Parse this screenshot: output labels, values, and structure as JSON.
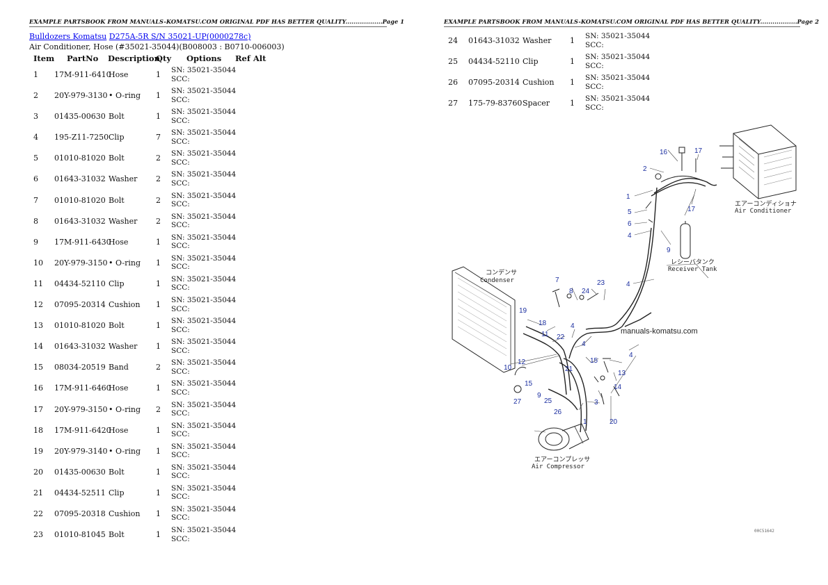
{
  "header": {
    "page1": "EXAMPLE PARTSBOOK FROM MANUALS-KOMATSU.COM ORIGINAL PDF HAS BETTER QUALITY..................Page 1",
    "page2": "EXAMPLE PARTSBOOK FROM MANUALS-KOMATSU.COM ORIGINAL PDF HAS BETTER QUALITY..................Page 2"
  },
  "breadcrumb": {
    "link1": "Bulldozers Komatsu",
    "link2": "D275A-5R S/N  35021-UP(0000278c)"
  },
  "subtitle": "Air Conditioner, Hose (#35021-35044)(B008003 : B0710-006003)",
  "columns": [
    "Item",
    "PartNo",
    "Description",
    "Qty",
    "Options",
    "Ref Alt"
  ],
  "parts_page1": [
    {
      "item": "1",
      "part": "17M-911-6410",
      "desc": "Hose",
      "qty": "1",
      "sn": "SN: 35021-35044",
      "scc": "SCC:"
    },
    {
      "item": "2",
      "part": "20Y-979-3130",
      "desc": "• O-ring",
      "qty": "1",
      "sn": "SN: 35021-35044",
      "scc": "SCC:"
    },
    {
      "item": "3",
      "part": "01435-00630",
      "desc": "Bolt",
      "qty": "1",
      "sn": "SN: 35021-35044",
      "scc": "SCC:"
    },
    {
      "item": "4",
      "part": "195-Z11-7250",
      "desc": "Clip",
      "qty": "7",
      "sn": "SN: 35021-35044",
      "scc": "SCC:"
    },
    {
      "item": "5",
      "part": "01010-81020",
      "desc": "Bolt",
      "qty": "2",
      "sn": "SN: 35021-35044",
      "scc": "SCC:"
    },
    {
      "item": "6",
      "part": "01643-31032",
      "desc": "Washer",
      "qty": "2",
      "sn": "SN: 35021-35044",
      "scc": "SCC:"
    },
    {
      "item": "7",
      "part": "01010-81020",
      "desc": "Bolt",
      "qty": "2",
      "sn": "SN: 35021-35044",
      "scc": "SCC:"
    },
    {
      "item": "8",
      "part": "01643-31032",
      "desc": "Washer",
      "qty": "2",
      "sn": "SN: 35021-35044",
      "scc": "SCC:"
    },
    {
      "item": "9",
      "part": "17M-911-6430",
      "desc": "Hose",
      "qty": "1",
      "sn": "SN: 35021-35044",
      "scc": "SCC:"
    },
    {
      "item": "10",
      "part": "20Y-979-3150",
      "desc": "• O-ring",
      "qty": "1",
      "sn": "SN: 35021-35044",
      "scc": "SCC:"
    },
    {
      "item": "11",
      "part": "04434-52110",
      "desc": "Clip",
      "qty": "1",
      "sn": "SN: 35021-35044",
      "scc": "SCC:"
    },
    {
      "item": "12",
      "part": "07095-20314",
      "desc": "Cushion",
      "qty": "1",
      "sn": "SN: 35021-35044",
      "scc": "SCC:"
    },
    {
      "item": "13",
      "part": "01010-81020",
      "desc": "Bolt",
      "qty": "1",
      "sn": "SN: 35021-35044",
      "scc": "SCC:"
    },
    {
      "item": "14",
      "part": "01643-31032",
      "desc": "Washer",
      "qty": "1",
      "sn": "SN: 35021-35044",
      "scc": "SCC:"
    },
    {
      "item": "15",
      "part": "08034-20519",
      "desc": "Band",
      "qty": "2",
      "sn": "SN: 35021-35044",
      "scc": "SCC:"
    },
    {
      "item": "16",
      "part": "17M-911-6460",
      "desc": "Hose",
      "qty": "1",
      "sn": "SN: 35021-35044",
      "scc": "SCC:"
    },
    {
      "item": "17",
      "part": "20Y-979-3150",
      "desc": "• O-ring",
      "qty": "2",
      "sn": "SN: 35021-35044",
      "scc": "SCC:"
    },
    {
      "item": "18",
      "part": "17M-911-6420",
      "desc": "Hose",
      "qty": "1",
      "sn": "SN: 35021-35044",
      "scc": "SCC:"
    },
    {
      "item": "19",
      "part": "20Y-979-3140",
      "desc": "• O-ring",
      "qty": "1",
      "sn": "SN: 35021-35044",
      "scc": "SCC:"
    },
    {
      "item": "20",
      "part": "01435-00630",
      "desc": "Bolt",
      "qty": "1",
      "sn": "SN: 35021-35044",
      "scc": "SCC:"
    },
    {
      "item": "21",
      "part": "04434-52511",
      "desc": "Clip",
      "qty": "1",
      "sn": "SN: 35021-35044",
      "scc": "SCC:"
    },
    {
      "item": "22",
      "part": "07095-20318",
      "desc": "Cushion",
      "qty": "1",
      "sn": "SN: 35021-35044",
      "scc": "SCC:"
    },
    {
      "item": "23",
      "part": "01010-81045",
      "desc": "Bolt",
      "qty": "1",
      "sn": "SN: 35021-35044",
      "scc": "SCC:"
    }
  ],
  "parts_page2": [
    {
      "item": "24",
      "part": "01643-31032",
      "desc": "Washer",
      "qty": "1",
      "sn": "SN: 35021-35044",
      "scc": "SCC:"
    },
    {
      "item": "25",
      "part": "04434-52110",
      "desc": "Clip",
      "qty": "1",
      "sn": "SN: 35021-35044",
      "scc": "SCC:"
    },
    {
      "item": "26",
      "part": "07095-20314",
      "desc": "Cushion",
      "qty": "1",
      "sn": "SN: 35021-35044",
      "scc": "SCC:"
    },
    {
      "item": "27",
      "part": "175-79-83760",
      "desc": "Spacer",
      "qty": "1",
      "sn": "SN: 35021-35044",
      "scc": "SCC:"
    }
  ],
  "diagram": {
    "labels": {
      "condenser_jp": "コンデンサ",
      "condenser_en": "Condenser",
      "aircon_jp": "エアーコンディショナ",
      "aircon_en": "Air Conditioner",
      "receiver_jp": "レシーバタンク",
      "receiver_en": "Receiver Tank",
      "compressor_jp": "エアーコンプレッサ",
      "compressor_en": "Air Compressor",
      "watermark": "manuals-komatsu.com",
      "code": "00C51642"
    },
    "callouts": {
      "c16": "16",
      "c17a": "17",
      "c2": "2",
      "c1a": "1",
      "c5": "5",
      "c6": "6",
      "c4a": "4",
      "c17b": "17",
      "c9a": "9",
      "c4b": "4",
      "c7": "7",
      "c8": "8",
      "c24": "24",
      "c23": "23",
      "c19": "19",
      "c18": "18",
      "c11": "11",
      "c4c": "4",
      "c22": "22",
      "c4d": "4",
      "c4e": "4",
      "c12": "12",
      "c10": "10",
      "c15a": "15",
      "c21": "21",
      "c13": "13",
      "c15b": "15",
      "c14": "14",
      "c27": "27",
      "c9b": "9",
      "c25": "25",
      "c3": "3",
      "c20": "20",
      "c26": "26",
      "c1b": "1"
    }
  }
}
